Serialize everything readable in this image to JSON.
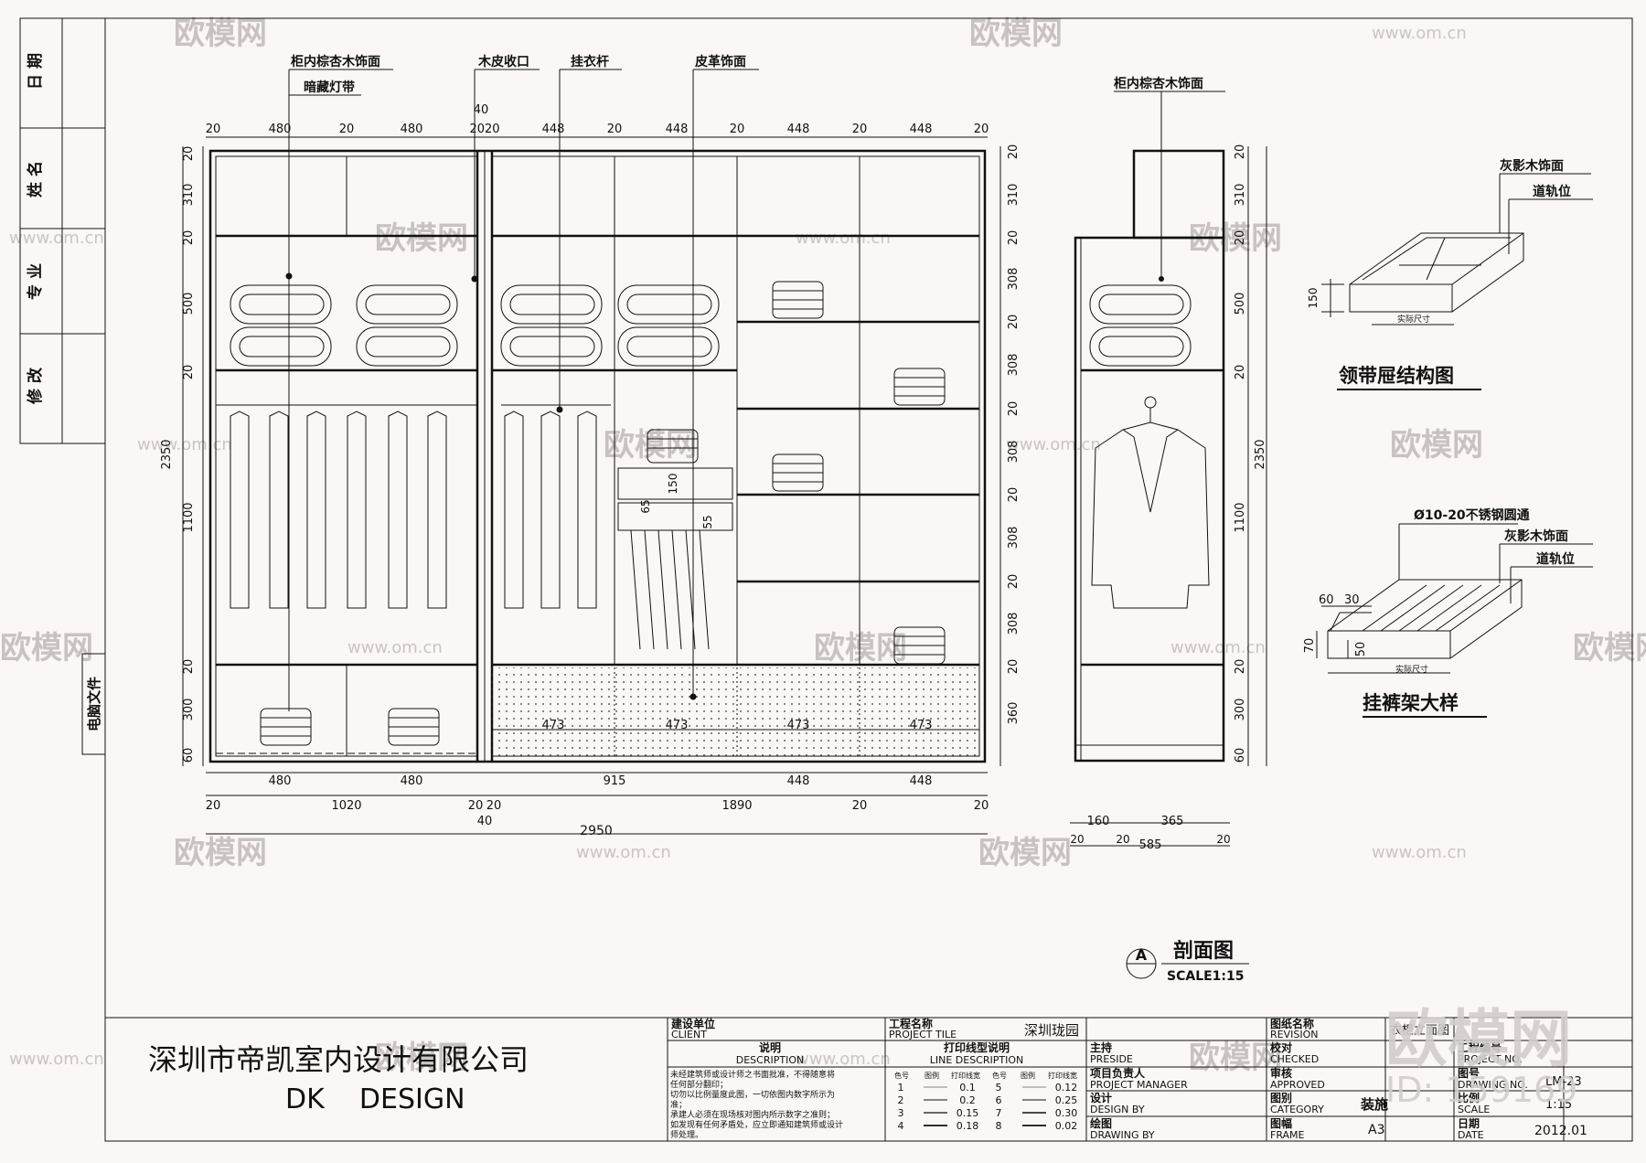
{
  "drawing": {
    "callouts_top": [
      "柜内棕杏木饰面",
      "暗藏灯带",
      "木皮收口",
      "挂衣杆",
      "皮革饰面"
    ],
    "section_callout": "柜内棕杏木饰面",
    "top_dims": [
      "20",
      "480",
      "20",
      "480",
      "40",
      "2020",
      "448",
      "20",
      "448",
      "20",
      "448",
      "20",
      "448",
      "20"
    ],
    "left_dims": [
      "20",
      "310",
      "20",
      "500",
      "20",
      "1100",
      "20",
      "300",
      "60"
    ],
    "left_total": "2350",
    "right_dims": [
      "20",
      "310",
      "20",
      "308",
      "20",
      "308",
      "20",
      "308",
      "20",
      "308",
      "20",
      "308",
      "20",
      "360"
    ],
    "bottom_row1": [
      "480",
      "480",
      "915",
      "448",
      "448"
    ],
    "bottom_row2": [
      "20",
      "1020",
      "20",
      "20",
      "1890",
      "20",
      "20"
    ],
    "bottom_row3": [
      "40"
    ],
    "bottom_total": "2950",
    "drawer_dims": [
      "473",
      "473",
      "473",
      "473"
    ],
    "inner_dims": [
      "150",
      "65",
      "55"
    ],
    "section_right_dims": [
      "20",
      "310",
      "20",
      "500",
      "20",
      "1100",
      "20",
      "300",
      "60"
    ],
    "section_total": "2350",
    "section_bottom": [
      "160",
      "365",
      "20",
      "20",
      "585",
      "20"
    ],
    "tie_drawer": {
      "title": "领带屉结构图",
      "labels": [
        "灰影木饰面",
        "道轨位"
      ],
      "dim": "150",
      "note": "实际尺寸"
    },
    "pants_rack": {
      "title": "挂裤架大样",
      "labels": [
        "Ø10-20不锈钢圆通",
        "灰影木饰面",
        "道轨位"
      ],
      "dims": [
        "60",
        "30",
        "70",
        "50"
      ],
      "note": "实际尺寸"
    },
    "section_title": "剖面图",
    "section_mark": "A",
    "section_scale": "SCALE1:15"
  },
  "left_strip": {
    "labels": [
      "日 期",
      "姓 名",
      "专 业",
      "修 改"
    ],
    "file_label": "电脑文件"
  },
  "title_block": {
    "company_cn": "深圳市帝凯室内设计有限公司",
    "company_en": "DK    DESIGN",
    "client_cn": "建设单位",
    "client_en": "CLIENT",
    "desc_cn": "说明",
    "desc_en": "DESCRIPTION",
    "desc_text": [
      "未经建筑师或设计师之书面批准，不得随意将",
      "任何部分翻印；",
      "切勿以比例量度此图，一切依图内数字所示为",
      "准；",
      "承建人必须在现场核对图内所示数字之准则；",
      "如发现有任何矛盾处，应立即通知建筑师或设计",
      "师处理。"
    ],
    "project_cn": "工程名称",
    "project_en": "PROJECT TILE",
    "project_name": "深圳珑园",
    "line_cn": "打印线型说明",
    "line_en": "LINE DESCRIPTION",
    "line_head": [
      "色号",
      "图例",
      "打印线宽",
      "色号",
      "图例",
      "打印线宽"
    ],
    "line_rows": [
      [
        "1",
        "0.1",
        "5",
        "0.12"
      ],
      [
        "2",
        "0.2",
        "6",
        "0.25"
      ],
      [
        "3",
        "0.15",
        "7",
        "0.30"
      ],
      [
        "4",
        "0.18",
        "8",
        "0.02"
      ]
    ],
    "preside_cn": "主持",
    "preside_en": "PRESIDE",
    "pm_cn": "项目负责人",
    "pm_en": "PROJECT MANAGER",
    "design_cn": "设计",
    "design_en": "DESIGN BY",
    "draw_cn": "绘图",
    "draw_en": "DRAWING BY",
    "revision_cn": "图纸名称",
    "revision_en": "REVISION",
    "drawing_name": "衣柜立面图",
    "checked_cn": "校对",
    "checked_en": "CHECKED",
    "approved_cn": "审核",
    "approved_en": "APPROVED",
    "category_cn": "图别",
    "category_en": "CATEGORY",
    "category_val": "装施",
    "frame_cn": "图幅",
    "frame_en": "FRAME",
    "frame_val": "A3",
    "projno_cn": "工程编号",
    "projno_en": "PROJECT NO.",
    "drawno_cn": "图号",
    "drawno_en": "DRAWING NO.",
    "drawno_val": "LM-23",
    "scale_cn": "比例",
    "scale_en": "SCALE",
    "scale_val": "1:15",
    "date_cn": "日期",
    "date_en": "DATE",
    "date_val": "2012.01"
  },
  "watermark": {
    "brand": "欧模网",
    "url": "www.om.cn",
    "id_text": "ID: 159169"
  }
}
